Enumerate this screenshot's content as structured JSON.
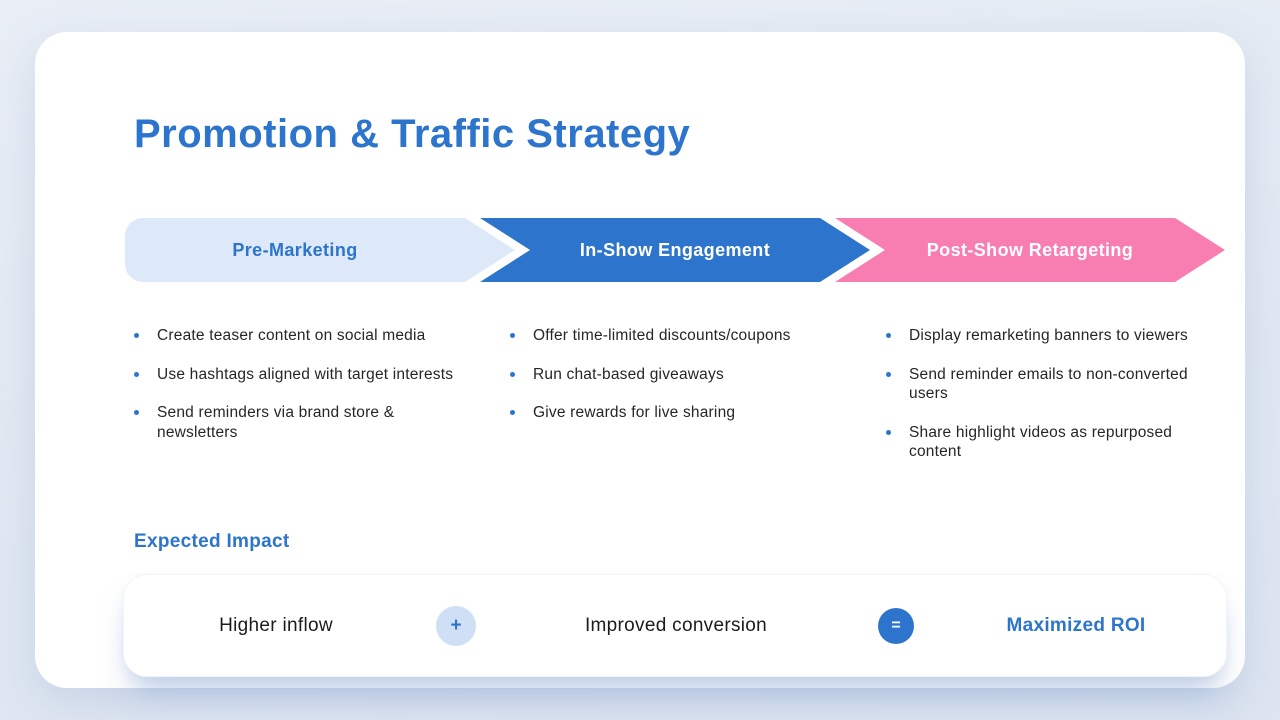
{
  "colors": {
    "accent_blue": "#2c74cc",
    "pink": "#f87eb2",
    "light_blue": "#dde9f8",
    "light_circle": "#cfe0f6",
    "text_dark": "#262626"
  },
  "slide": {
    "title": "Promotion & Traffic Strategy",
    "stages": [
      {
        "label": "Pre-Marketing",
        "bullets": [
          "Create teaser content on social media",
          "Use hashtags aligned with target interests",
          "Send reminders via brand store & newsletters"
        ]
      },
      {
        "label": "In-Show Engagement",
        "bullets": [
          "Offer time-limited discounts/coupons",
          "Run chat-based giveaways",
          "Give rewards for live sharing"
        ]
      },
      {
        "label": "Post-Show Retargeting",
        "bullets": [
          "Display remarketing banners to viewers",
          "Send reminder emails to non-converted users",
          "Share highlight videos as repurposed content"
        ]
      }
    ],
    "impact": {
      "heading": "Expected Impact",
      "items": [
        "Higher inflow",
        "Improved conversion",
        "Maximized ROI"
      ],
      "operators": [
        "+",
        "="
      ]
    }
  }
}
